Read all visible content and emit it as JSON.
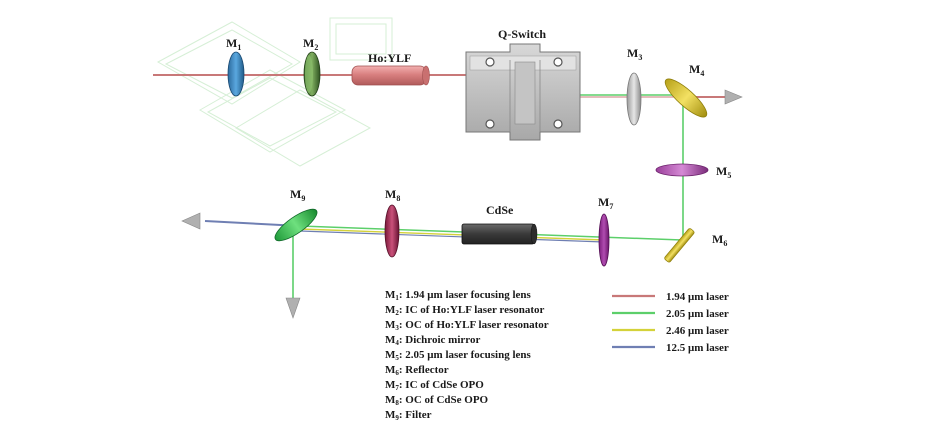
{
  "labels": {
    "m1": "M",
    "m1_sub": "1",
    "m2": "M",
    "m2_sub": "2",
    "m3": "M",
    "m3_sub": "3",
    "m4": "M",
    "m4_sub": "4",
    "m5": "M",
    "m5_sub": "5",
    "m6": "M",
    "m6_sub": "6",
    "m7": "M",
    "m7_sub": "7",
    "m8": "M",
    "m8_sub": "8",
    "m9": "M",
    "m9_sub": "9",
    "hoylf": "Ho:YLF",
    "qswitch": "Q-Switch",
    "cdse": "CdSe"
  },
  "key": [
    {
      "m": "M",
      "sub": "1",
      "text": ": 1.94 μm laser focusing lens"
    },
    {
      "m": "M",
      "sub": "2",
      "text": ": IC of Ho:YLF laser resonator"
    },
    {
      "m": "M",
      "sub": "3",
      "text": ": OC of Ho:YLF laser resonator"
    },
    {
      "m": "M",
      "sub": "4",
      "text": ": Dichroic mirror"
    },
    {
      "m": "M",
      "sub": "5",
      "text": ": 2.05 μm laser focusing lens"
    },
    {
      "m": "M",
      "sub": "6",
      "text": ": Reflector"
    },
    {
      "m": "M",
      "sub": "7",
      "text": ": IC of CdSe OPO"
    },
    {
      "m": "M",
      "sub": "8",
      "text": ": OC of CdSe OPO"
    },
    {
      "m": "M",
      "sub": "9",
      "text": ": Filter"
    }
  ],
  "legend": [
    {
      "label": "1.94 μm laser",
      "color": "#c87878"
    },
    {
      "label": "2.05 μm laser",
      "color": "#5ccf6a"
    },
    {
      "label": "2.46 μm laser",
      "color": "#d4d23a"
    },
    {
      "label": "12.5 μm laser",
      "color": "#6f7fb3"
    }
  ]
}
